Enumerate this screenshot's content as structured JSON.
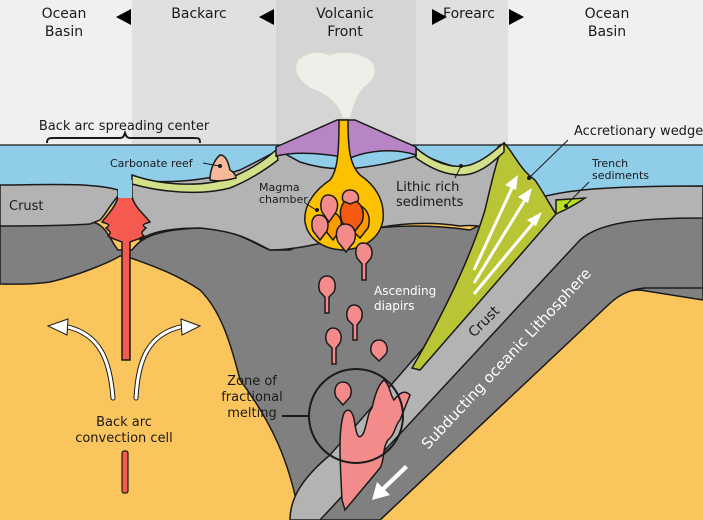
{
  "title": "Subduction zone cross-section: volcanic arc and back-arc basin",
  "regions": [
    {
      "id": "ocean-basin-left",
      "line1": "Ocean",
      "line2": "Basin"
    },
    {
      "id": "backarc",
      "line1": "Backarc",
      "line2": ""
    },
    {
      "id": "volcanic-front",
      "line1": "Volcanic",
      "line2": "Front"
    },
    {
      "id": "forearc",
      "line1": "Forearc",
      "line2": ""
    },
    {
      "id": "ocean-basin-right",
      "line1": "Ocean",
      "line2": "Basin"
    }
  ],
  "labels": {
    "back_arc_spreading_center": "Back arc spreading center",
    "carbonate_reef": "Carbonate reef",
    "crust_left": "Crust",
    "magma_chamber_1": "Magma",
    "magma_chamber_2": "chamber",
    "lithic_1": "Lithic rich",
    "lithic_2": "sediments",
    "accretionary_wedge": "Accretionary wedge",
    "trench_1": "Trench",
    "trench_2": "sediments",
    "ascending_1": "Ascending",
    "ascending_2": "diapirs",
    "crust_slab": "Crust",
    "subducting": "Subducting oceanic Lithosphere",
    "zone_1": "Zone of",
    "zone_2": "fractional",
    "zone_3": "melting",
    "convection_1": "Back arc",
    "convection_2": "convection cell"
  },
  "colors": {
    "sky_outer": "#f0f0f0",
    "sky_backarc": "#e0e0e0",
    "sky_volcanic": "#d5d5d5",
    "ocean": "#8fcde8",
    "crust": "#b3b3b3",
    "lithosphere": "#808080",
    "mantle": "#fbc55e",
    "magma_red": "#f45a4f",
    "magma_chamber": "#fcc100",
    "volcano": "#b784c6",
    "sediment_green": "#d3e08a",
    "wedge": "#b9c534",
    "trench_sediment": "#b7e021",
    "diapir_pink": "#f48b8b",
    "reef": "#f7b99a",
    "drop_orange": "#fd9b00",
    "drop_red_orange": "#f55b10",
    "arrow": "#ffffff"
  }
}
